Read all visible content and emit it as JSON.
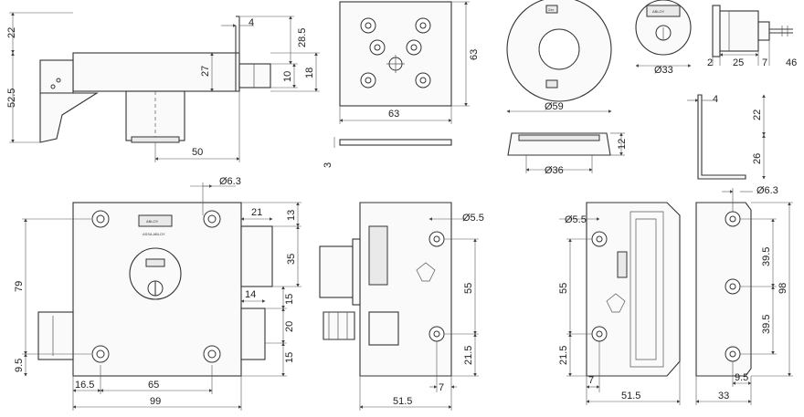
{
  "views": {
    "side_top": {
      "d1": "22",
      "d2": "52.5",
      "d3": "4",
      "d4": "28.5",
      "d5": "27",
      "d6": "18",
      "d7": "10",
      "d8": "50"
    },
    "plate": {
      "d1": "63",
      "d2": "63",
      "d3": "3"
    },
    "rose": {
      "d1": "Ø59",
      "d2": "12",
      "d3": "Ø36"
    },
    "cylinder": {
      "d1": "Ø33",
      "d2": "2",
      "d3": "25",
      "d4": "7",
      "d5": "46"
    },
    "keeper_small": {
      "d1": "4",
      "d2": "22",
      "d3": "26"
    },
    "front": {
      "d1": "Ø6.3",
      "d2": "21",
      "d3": "13",
      "d4": "35",
      "d5": "79",
      "d6": "14",
      "d7": "15",
      "d8": "20",
      "d9": "15",
      "d10": "9.5",
      "d11": "16.5",
      "d12": "65",
      "d13": "99"
    },
    "back": {
      "d1": "Ø5.5",
      "d2": "55",
      "d3": "21.5",
      "d4": "7",
      "d5": "51.5"
    },
    "keeper": {
      "d1": "Ø5.5",
      "d2": "55",
      "d3": "21.5",
      "d4": "7",
      "d5": "51.5"
    },
    "strike": {
      "d1": "Ø6.3",
      "d2": "39.5",
      "d3": "39.5",
      "d4": "98",
      "d5": "9.5",
      "d6": "33"
    }
  },
  "logos": {
    "brand": "ABLOY",
    "sub": "ASSA ABLOY",
    "sym": "2xx"
  }
}
